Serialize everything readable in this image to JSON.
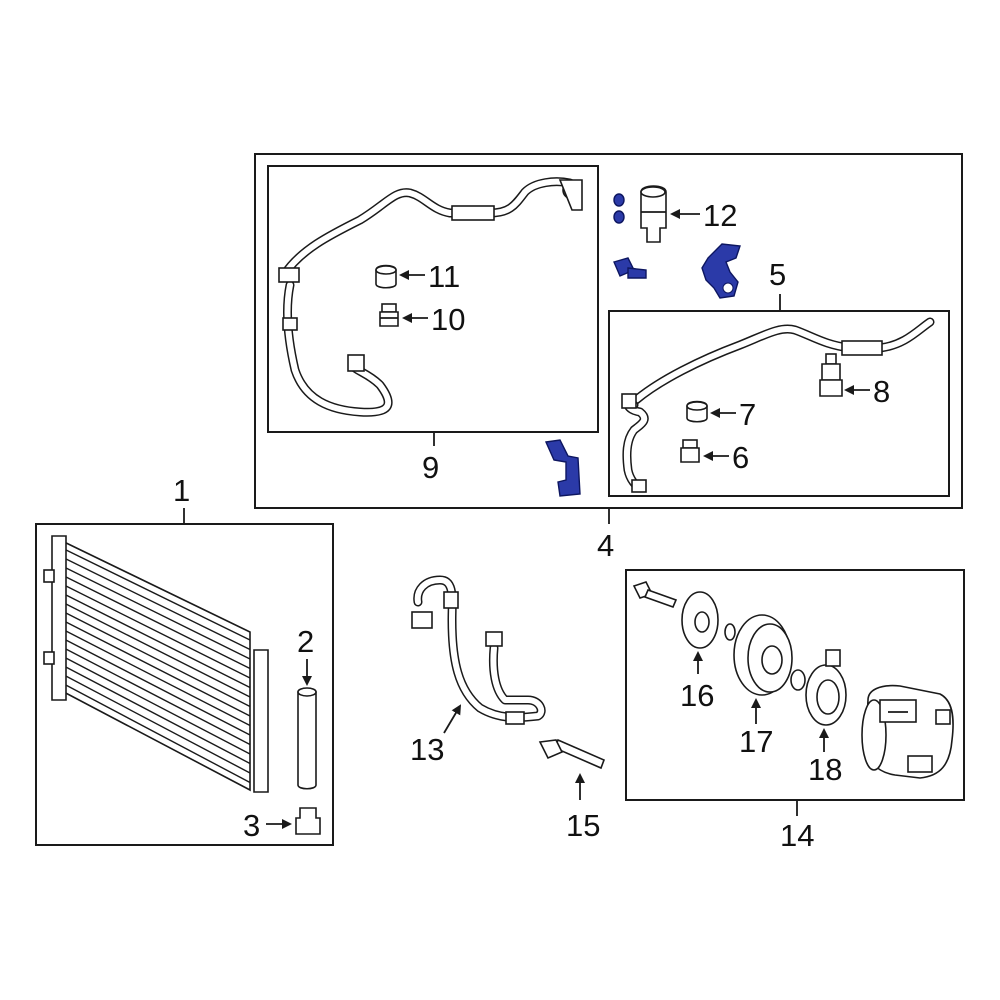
{
  "callouts": {
    "c1": "1",
    "c2": "2",
    "c3": "3",
    "c4": "4",
    "c5": "5",
    "c6": "6",
    "c7": "7",
    "c8": "8",
    "c9": "9",
    "c10": "10",
    "c11": "11",
    "c12": "12",
    "c13": "13",
    "c14": "14",
    "c15": "15",
    "c16": "16",
    "c17": "17",
    "c18": "18"
  },
  "colors": {
    "highlight": "#2b3aa8",
    "line": "#1a1a1a",
    "background": "#ffffff"
  }
}
